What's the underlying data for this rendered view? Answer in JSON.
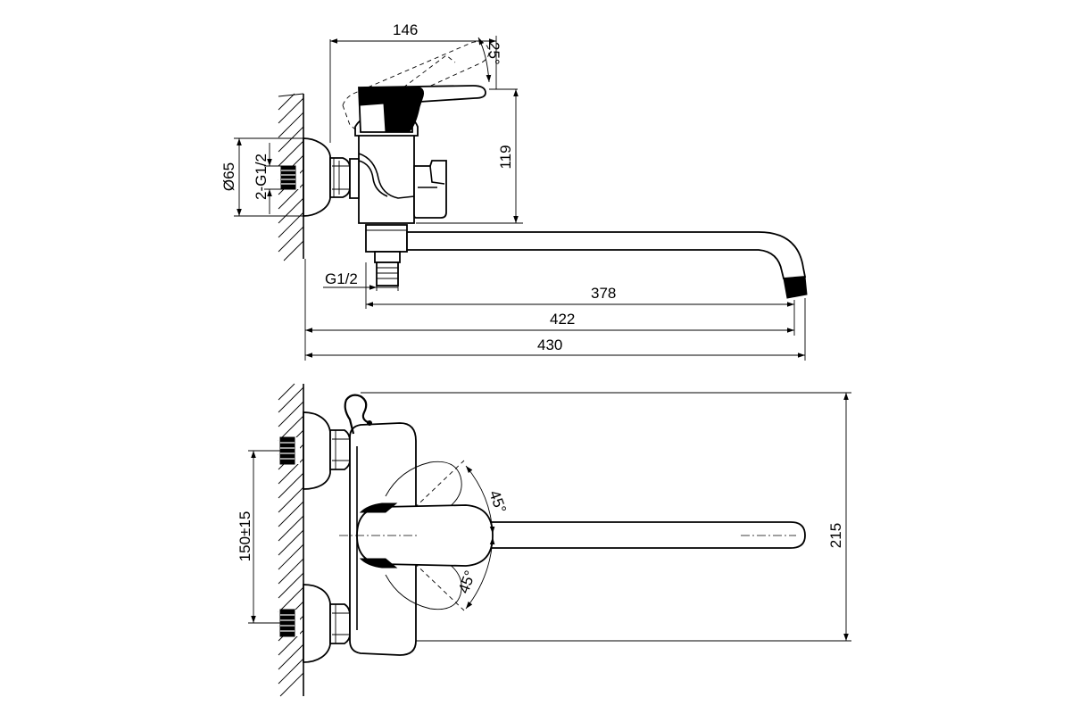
{
  "drawing": {
    "side_view": {
      "dimensions": {
        "width_body": "146",
        "lever_angle": "25°",
        "height": "119",
        "flange_diameter": "Ø65",
        "wall_thread": "2-G1/2",
        "outlet_thread": "G1/2",
        "spout_reach": "378",
        "spout_total": "422",
        "overall_length": "430"
      }
    },
    "top_view": {
      "dimensions": {
        "center_distance": "150±15",
        "angle_upper": "45°",
        "angle_lower": "45°",
        "overall_depth": "215"
      }
    }
  }
}
